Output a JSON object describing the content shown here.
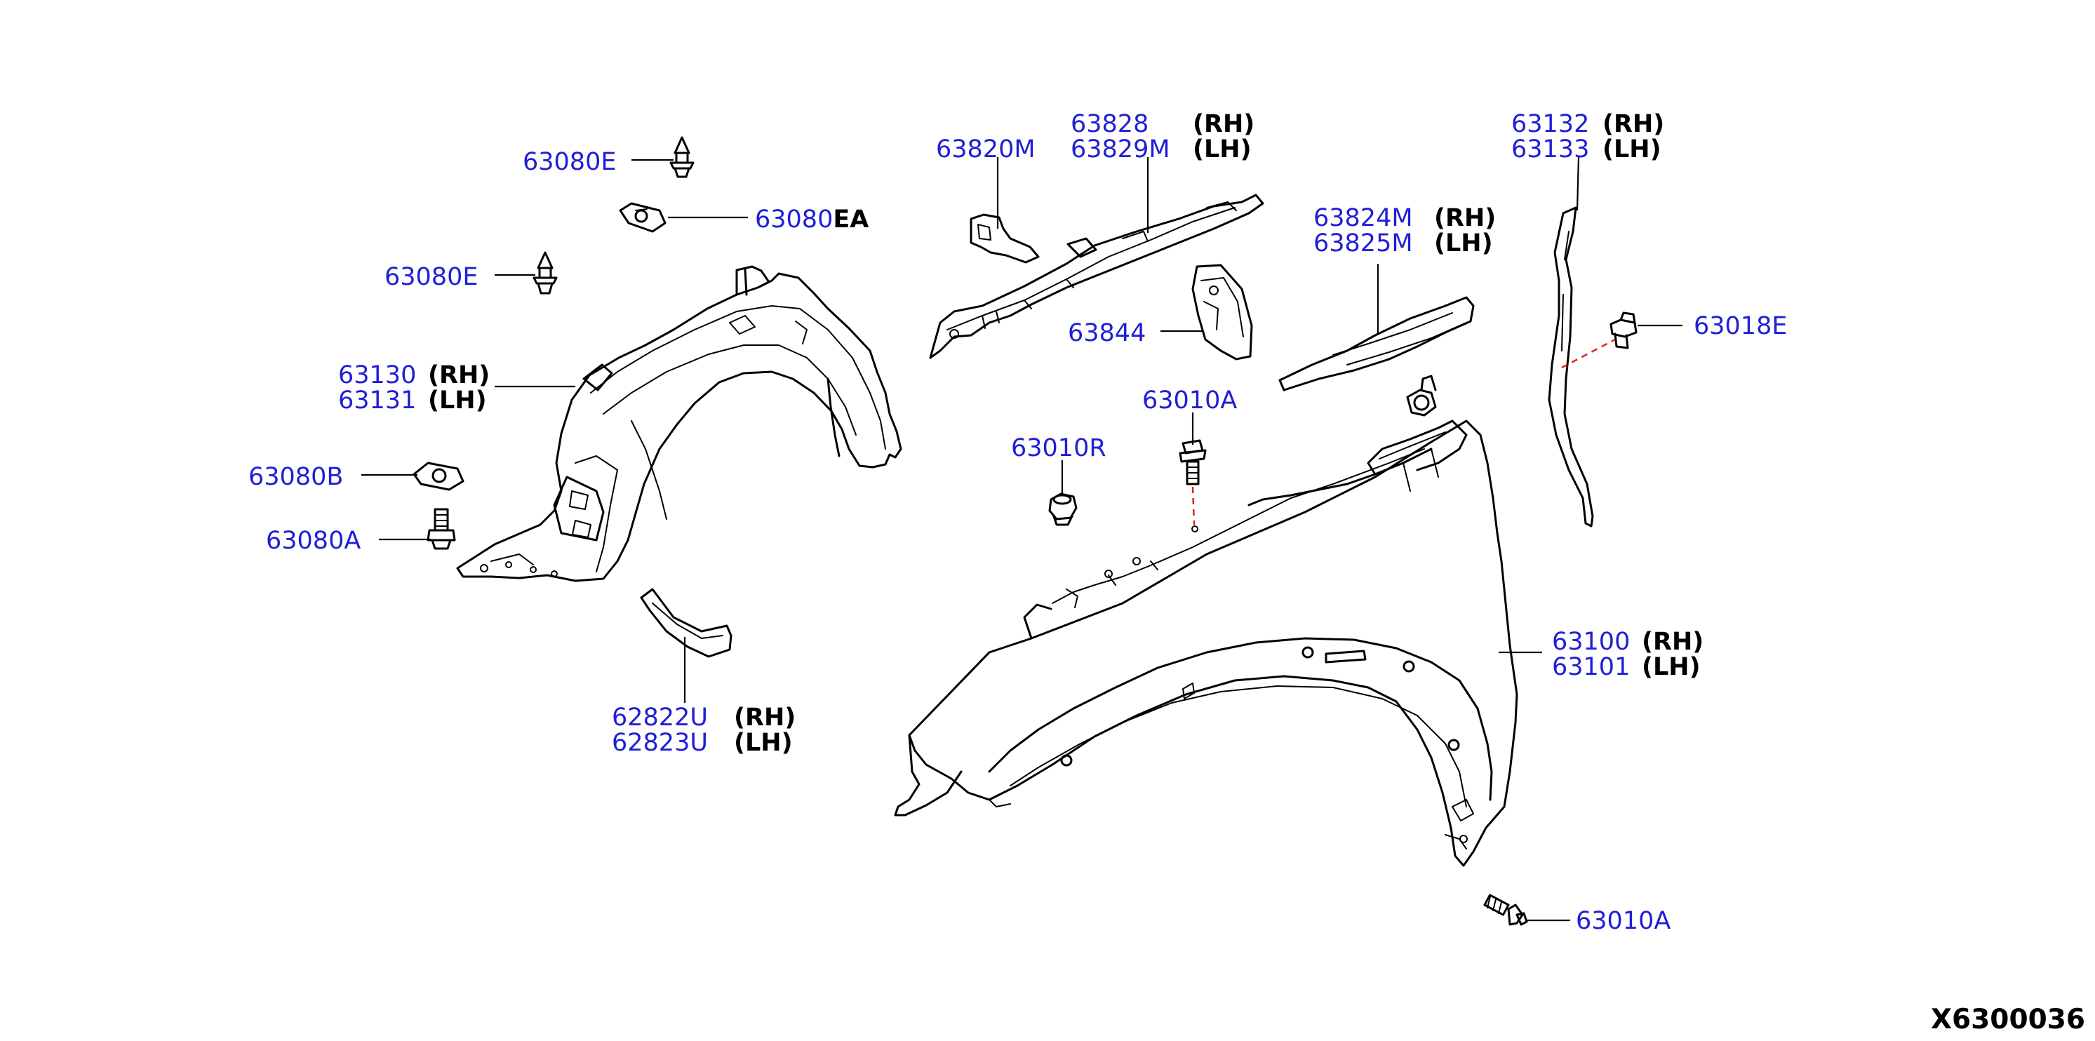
{
  "colors": {
    "part_number": "#1f1fd6",
    "side_label": "#000000",
    "connector_dash": "#e0201e",
    "line": "#000000"
  },
  "labels": {
    "p63080E_top": "63080E",
    "p63080EA_num": "63080",
    "p63080EA_suffix": "EA",
    "p63080E_mid": "63080E",
    "p63130": "63130",
    "p63131": "63131",
    "p63080B": "63080B",
    "p63080A_left": "63080A",
    "p62822U": "62822U",
    "p62823U": "62823U",
    "p63820M": "63820M",
    "p63828": "63828",
    "p63829M": "63829M",
    "p63844": "63844",
    "p63824M": "63824M",
    "p63825M": "63825M",
    "p63010R": "63010R",
    "p63010A_mid": "63010A",
    "p63132": "63132",
    "p63133": "63133",
    "p63018E": "63018E",
    "p63100": "63100",
    "p63101": "63101",
    "p63010A_bottom": "63010A"
  },
  "sides": {
    "rh": "(RH)",
    "lh": "(LH)"
  },
  "diagram_id": "X6300036"
}
